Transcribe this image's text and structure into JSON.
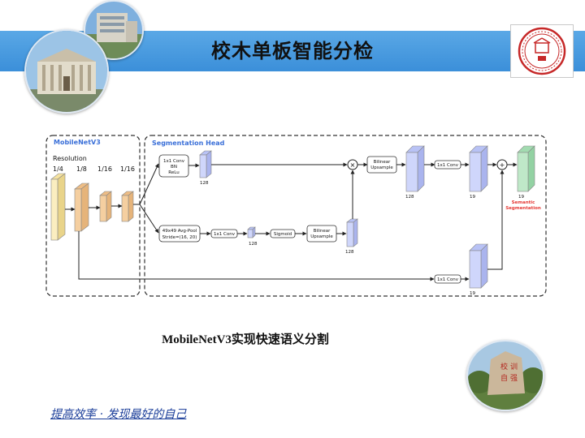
{
  "slide": {
    "title": "校木单板智能分检",
    "caption": "MobileNetV3实现快速语义分割",
    "slogan": "提高效率 · 发现最好的自己"
  },
  "diagram": {
    "backbone_title": "MobileNetV3",
    "resolution_label": "Resolution",
    "resolutions": [
      "1/4",
      "1/8",
      "1/16",
      "1/16"
    ],
    "head_title": "Segmentation Head",
    "branch_top_block": [
      "1x1 Conv",
      "BN",
      "ReLu"
    ],
    "branch_top_dim": "128",
    "pool_block": [
      "49x49 Avg-Pool",
      "Stride=(16, 20)"
    ],
    "conv_1x1": "1x1 Conv",
    "pool_dim": "128",
    "sigmoid": "Sigmoid",
    "upsample": [
      "Bilinear",
      "Upsample"
    ],
    "upsample_dim": "128",
    "multiply_symbol": "×",
    "add_symbol": "+",
    "top_up_dim": "128",
    "top_conv_dim": "19",
    "output_dim": "19",
    "output_label": [
      "Semantic",
      "Segmentation"
    ],
    "skip_dim": "19"
  },
  "colors": {
    "title_bar": "#3b8fd9",
    "head_title": "#3a6fd8",
    "output_label": "#e53935",
    "feature_yellow": "#fbeec0",
    "feature_orange": "#f5cfa0",
    "feature_blue": "#cfd6fb",
    "feature_green": "#bfe8c8",
    "slogan": "#1a3d99"
  },
  "images": {
    "photo_top": "campus-building-photo",
    "photo_main": "campus-main-building-photo",
    "photo_bottom": "inscribed-stone-photo",
    "logo": "university-seal-logo"
  }
}
